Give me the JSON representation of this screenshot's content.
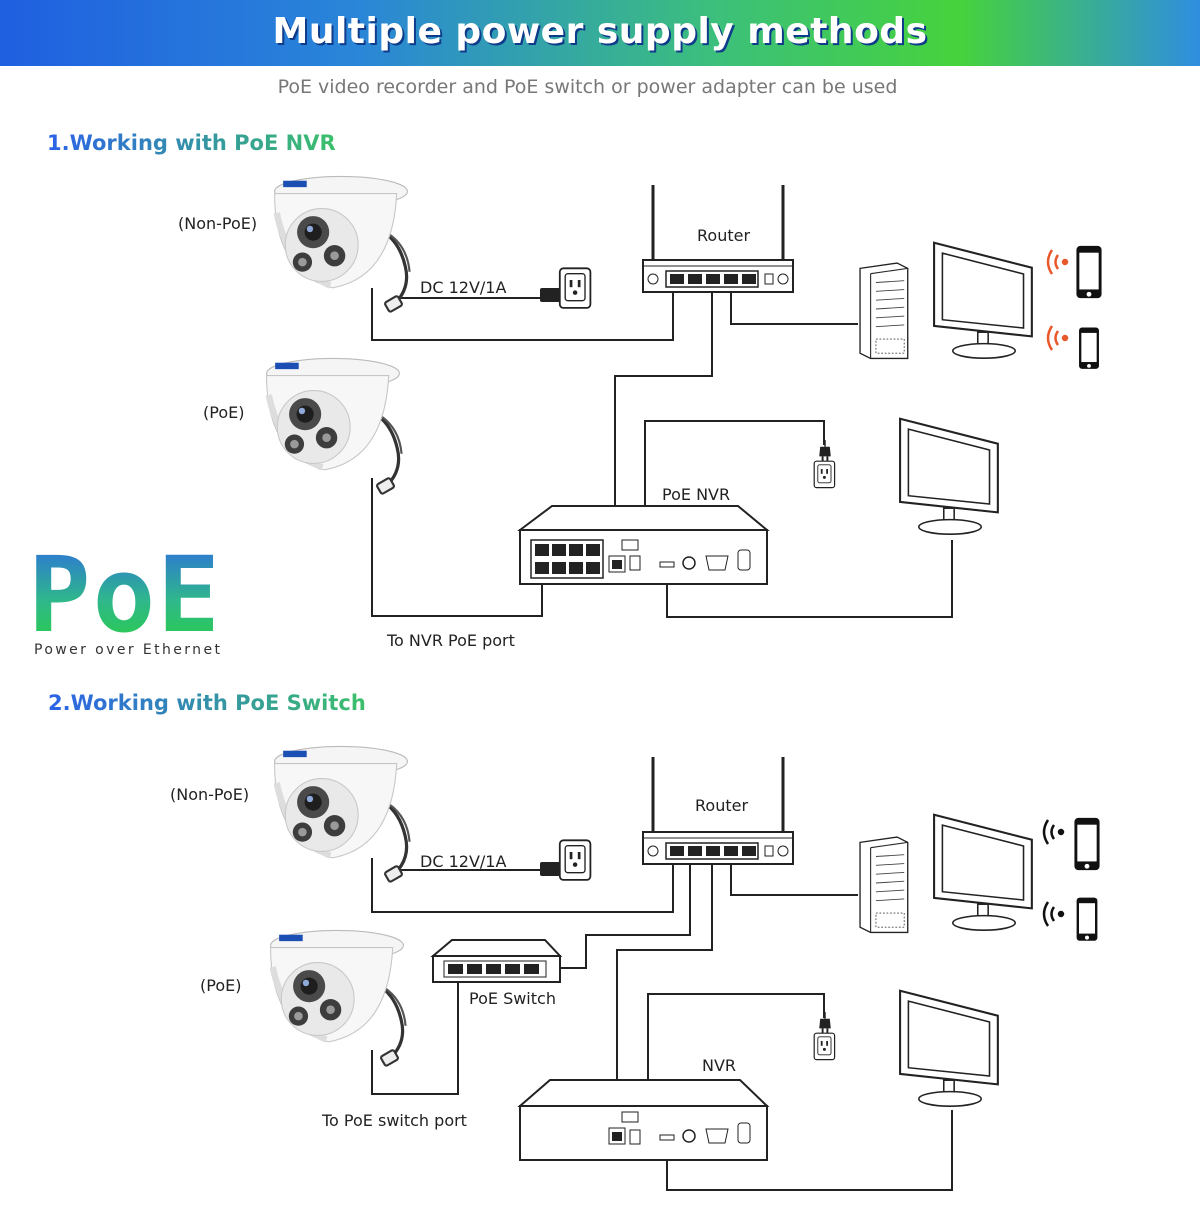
{
  "header": {
    "title": "Multiple power supply methods",
    "subtitle": "PoE video recorder and PoE switch or power adapter can be used"
  },
  "section1": {
    "title": "1.Working with PoE NVR",
    "camera_nonpoe_label": "(Non-PoE)",
    "camera_poe_label": "(PoE)",
    "dc_label": "DC 12V/1A",
    "router_label": "Router",
    "nvr_label": "PoE NVR",
    "port_label": "To NVR PoE port"
  },
  "section2": {
    "title": "2.Working with PoE Switch",
    "camera_nonpoe_label": "(Non-PoE)",
    "camera_poe_label": "(PoE)",
    "dc_label": "DC 12V/1A",
    "router_label": "Router",
    "switch_label": "PoE Switch",
    "nvr_label": "NVR",
    "port_label": "To PoE switch port"
  },
  "logo": {
    "text": "PoE",
    "caption": "Power over Ethernet"
  },
  "icons": [
    "camera-icon",
    "router-icon",
    "nvr-icon",
    "poe-switch-icon",
    "power-outlet-icon",
    "power-adapter-icon",
    "desktop-computer-icon",
    "monitor-icon",
    "iphone-icon",
    "android-phone-icon",
    "wifi-signal-icon"
  ],
  "colors": {
    "wifi_orange": "#e8582a",
    "line": "#222222",
    "title_blue": "#2c62e8",
    "title_green": "#3cc06a"
  }
}
